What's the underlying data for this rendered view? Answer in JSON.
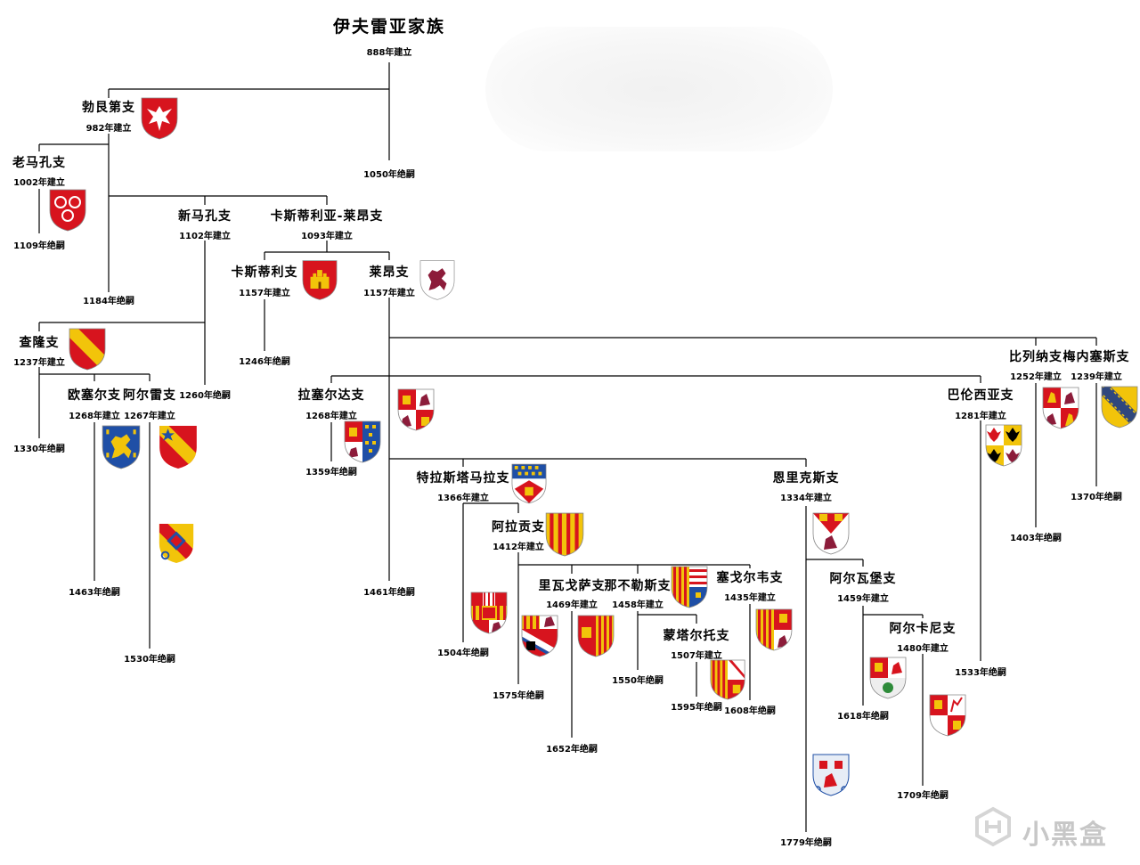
{
  "title": "伊夫雷亚家族",
  "founded": "888年建立",
  "root_extinct": "1050年绝嗣",
  "branches": {
    "bolian": {
      "name": "勃艮第支",
      "start": "982年建立"
    },
    "laoma": {
      "name": "老马孔支",
      "start": "1002年建立",
      "end": "1109年绝嗣"
    },
    "bolian_end": "1184年绝嗣",
    "xinma": {
      "name": "新马孔支",
      "start": "1102年建立"
    },
    "kasile": {
      "name": "卡斯蒂利亚-莱昂支",
      "start": "1093年建立"
    },
    "kasi": {
      "name": "卡斯蒂利支",
      "start": "1157年建立",
      "end": "1246年绝嗣"
    },
    "laiang": {
      "name": "莱昂支",
      "start": "1157年建立"
    },
    "chalong": {
      "name": "查隆支",
      "start": "1237年建立",
      "end": "1330年绝嗣"
    },
    "xinma_end": "1260年绝嗣",
    "ousaier": {
      "name": "欧塞尔支",
      "start": "1268年建立",
      "end": "1463年绝嗣"
    },
    "aerlei": {
      "name": "阿尔雷支",
      "start": "1267年建立",
      "end": "1530年绝嗣"
    },
    "lasaier": {
      "name": "拉塞尔达支",
      "start": "1268年建立",
      "end": "1359年绝嗣"
    },
    "laiang_end": "1461年绝嗣",
    "teras": {
      "name": "特拉斯塔马拉支",
      "start": "1366年建立",
      "end": "1504年绝嗣"
    },
    "alagong": {
      "name": "阿拉贡支",
      "start": "1412年建立",
      "end": "1575年绝嗣"
    },
    "liwage": {
      "name": "里瓦戈萨支",
      "start": "1469年建立",
      "end": "1652年绝嗣"
    },
    "nabule": {
      "name": "那不勒斯支",
      "start": "1458年建立",
      "end": "1550年绝嗣"
    },
    "mengta": {
      "name": "蒙塔尔托支",
      "start": "1507年建立",
      "end": "1595年绝嗣"
    },
    "saige": {
      "name": "塞戈尔韦支",
      "start": "1435年建立",
      "end": "1608年绝嗣"
    },
    "enli": {
      "name": "恩里克斯支",
      "start": "1334年建立",
      "end": "1779年绝嗣"
    },
    "aerwa": {
      "name": "阿尔瓦堡支",
      "start": "1459年建立",
      "end": "1618年绝嗣"
    },
    "aerka": {
      "name": "阿尔卡尼支",
      "start": "1480年建立",
      "end": "1709年绝嗣"
    },
    "balun": {
      "name": "巴伦西亚支",
      "start": "1281年建立",
      "end": "1533年绝嗣"
    },
    "bilie": {
      "name": "比列纳支",
      "start": "1252年建立",
      "end": "1403年绝嗣"
    },
    "meinei": {
      "name": "梅内塞斯支",
      "start": "1239年建立",
      "end": "1370年绝嗣"
    }
  },
  "colors": {
    "line": "#000000",
    "red": "#d7141e",
    "gold": "#f2c40a",
    "purple": "#8c1c3a",
    "blue": "#1f4fa6"
  },
  "watermark": "小黑盒"
}
